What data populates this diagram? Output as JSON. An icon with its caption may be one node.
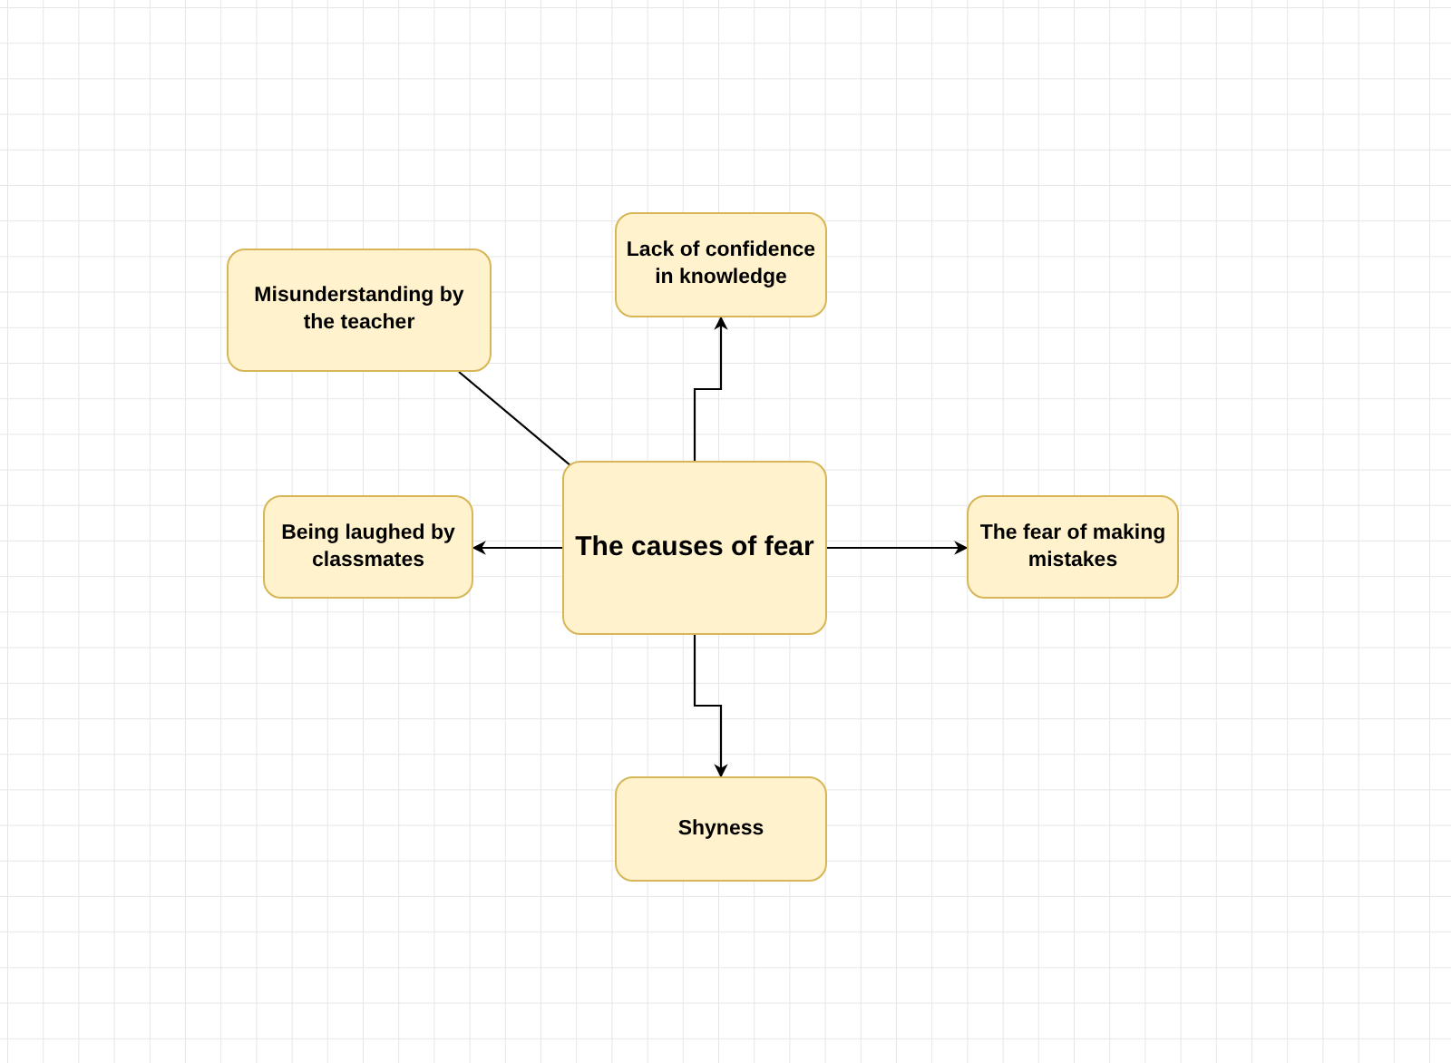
{
  "diagram": {
    "nodes": [
      {
        "text": [
          "The causes of fear"
        ]
      },
      {
        "text": [
          "Misunderstanding by the teacher"
        ]
      },
      {
        "text": [
          "Lack of confidence in knowledge"
        ]
      },
      {
        "text": [
          "Being laughed by classmates"
        ]
      },
      {
        "text": [
          "The fear of making mistakes"
        ]
      },
      {
        "text": [
          "Shyness"
        ]
      }
    ],
    "edges": [
      {
        "from": 0,
        "to": 1,
        "arrow": "none"
      },
      {
        "from": 0,
        "to": 2,
        "arrow": "to"
      },
      {
        "from": 0,
        "to": 3,
        "arrow": "to"
      },
      {
        "from": 0,
        "to": 4,
        "arrow": "to"
      },
      {
        "from": 0,
        "to": 5,
        "arrow": "to"
      }
    ]
  }
}
